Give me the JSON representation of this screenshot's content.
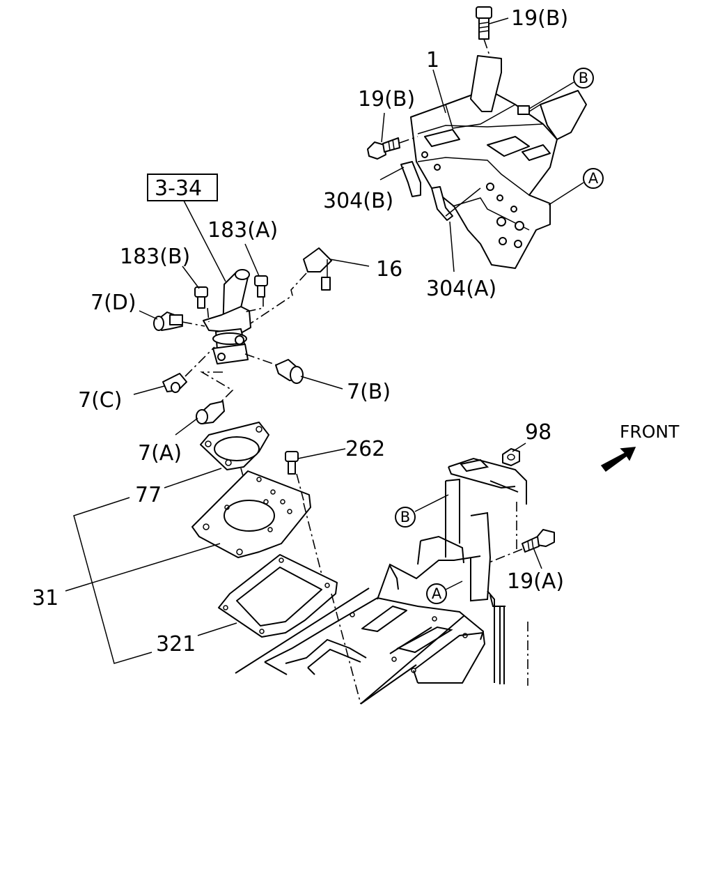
{
  "callouts": {
    "c_19b_top": "19(B)",
    "c_1": "1",
    "c_19b_mid": "19(B)",
    "c_304b": "304(B)",
    "c_304a": "304(A)",
    "c_ref": "3-34",
    "c_183a": "183(A)",
    "c_183b": "183(B)",
    "c_16": "16",
    "c_7d": "7(D)",
    "c_7c": "7(C)",
    "c_7b": "7(B)",
    "c_7a": "7(A)",
    "c_262": "262",
    "c_77": "77",
    "c_31": "31",
    "c_321": "321",
    "c_98": "98",
    "c_19a": "19(A)"
  },
  "markers": {
    "b_top": "B",
    "a_top": "A",
    "b_bottom": "B",
    "a_bottom": "A"
  },
  "front_label": "FRONT"
}
